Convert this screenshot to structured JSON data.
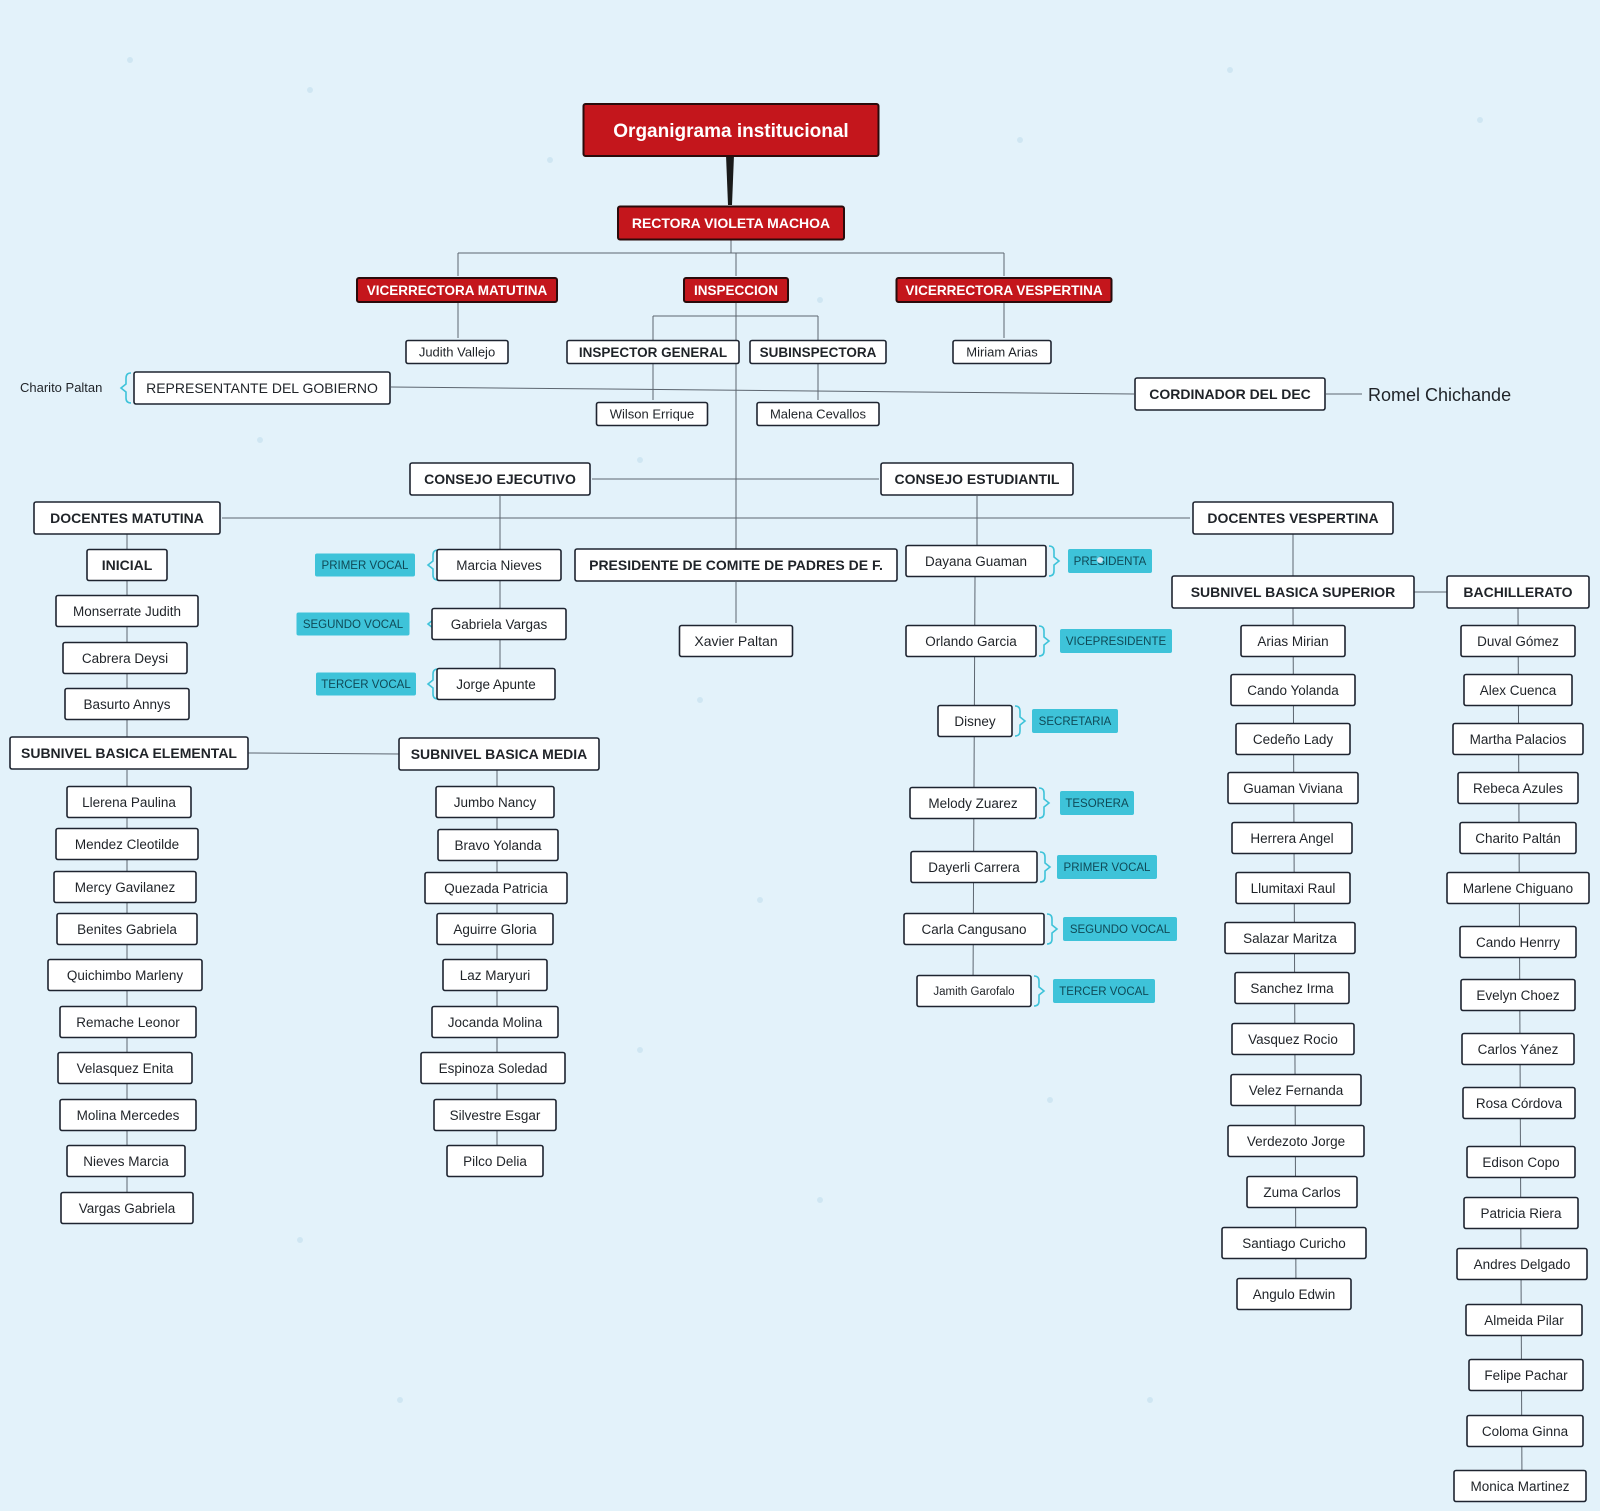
{
  "title": "Organigrama institucional",
  "top": {
    "rectora": "RECTORA VIOLETA MACHOA",
    "vice_matutina": "VICERRECTORA MATUTINA",
    "inspeccion": "INSPECCION",
    "vice_vespertina": "VICERRECTORA VESPERTINA",
    "judith": "Judith Vallejo",
    "inspector_general": "INSPECTOR GENERAL",
    "subinspectora": "SUBINSPECTORA",
    "miriam": "Miriam Arias",
    "wilson": "Wilson Errique",
    "malena": "Malena Cevallos",
    "charito_paltan": "Charito Paltan",
    "representante": "REPRESENTANTE DEL GOBIERNO",
    "cordinador": "CORDINADOR DEL DEC",
    "romel": "Romel Chichande"
  },
  "consejo_ejecutivo": {
    "label": "CONSEJO EJECUTIVO",
    "members": [
      {
        "role": "PRIMER VOCAL",
        "name": "Marcia Nieves"
      },
      {
        "role": "SEGUNDO VOCAL",
        "name": "Gabriela Vargas"
      },
      {
        "role": "TERCER VOCAL",
        "name": "Jorge Apunte"
      }
    ]
  },
  "consejo_estudiantil": {
    "label": "CONSEJO ESTUDIANTIL",
    "members": [
      {
        "role": "PRESIDENTA",
        "name": "Dayana Guaman"
      },
      {
        "role": "VICEPRESIDENTE",
        "name": "Orlando Garcia"
      },
      {
        "role": "SECRETARIA",
        "name": "Disney"
      },
      {
        "role": "TESORERA",
        "name": "Melody Zuarez"
      },
      {
        "role": "PRIMER VOCAL",
        "name": "Dayerli Carrera"
      },
      {
        "role": "SEGUNDO VOCAL",
        "name": "Carla Cangusano"
      },
      {
        "role": "TERCER VOCAL",
        "name": "Jamith Garofalo"
      }
    ]
  },
  "padres": {
    "label": "PRESIDENTE DE COMITE DE PADRES DE F.",
    "name": "Xavier Paltan"
  },
  "docentes_matutina": {
    "label": "DOCENTES MATUTINA",
    "inicial": {
      "label": "INICIAL",
      "names": [
        "Monserrate Judith",
        "Cabrera Deysi",
        "Basurto Annys"
      ]
    },
    "basica_elemental": {
      "label": "SUBNIVEL BASICA ELEMENTAL",
      "names": [
        "Llerena Paulina",
        "Mendez  Cleotilde",
        "Mercy Gavilanez",
        "Benites Gabriela",
        "Quichimbo Marleny",
        "Remache Leonor",
        "Velasquez Enita",
        "Molina Mercedes",
        "Nieves Marcia",
        "Vargas Gabriela"
      ]
    },
    "basica_media": {
      "label": "SUBNIVEL BASICA MEDIA",
      "names": [
        "Jumbo Nancy",
        "Bravo Yolanda",
        "Quezada Patricia",
        "Aguirre Gloria",
        "Laz Maryuri",
        "Jocanda Molina",
        "Espinoza Soledad",
        "Silvestre Esgar",
        "Pilco Delia"
      ]
    }
  },
  "docentes_vespertina": {
    "label": "DOCENTES VESPERTINA",
    "basica_superior": {
      "label": "SUBNIVEL BASICA SUPERIOR",
      "names": [
        "Arias Mirian",
        "Cando Yolanda",
        "Cedeño Lady",
        "Guaman Viviana",
        "Herrera Angel",
        "Llumitaxi Raul",
        "Salazar Maritza",
        "Sanchez Irma",
        "Vasquez Rocio",
        "Velez Fernanda",
        "Verdezoto Jorge",
        "Zuma Carlos",
        "Santiago Curicho",
        "Angulo Edwin"
      ]
    },
    "bachillerato": {
      "label": "BACHILLERATO",
      "names": [
        "Duval Gómez",
        "Alex Cuenca",
        "Martha Palacios",
        "Rebeca Azules",
        "Charito Paltán",
        "Marlene Chiguano",
        "Cando Henrry",
        "Evelyn Choez",
        "Carlos Yánez",
        "Rosa Córdova",
        "Edison Copo",
        "Patricia Riera",
        "Andres Delgado",
        "Almeida Pilar",
        "Felipe Pachar",
        "Coloma Ginna",
        "Monica Martinez"
      ]
    }
  },
  "colors": {
    "background": "#e3f2fa",
    "red": "#c4161c",
    "teal": "#3ec3d9",
    "ink": "#1f2328",
    "line": "#5d6670"
  }
}
